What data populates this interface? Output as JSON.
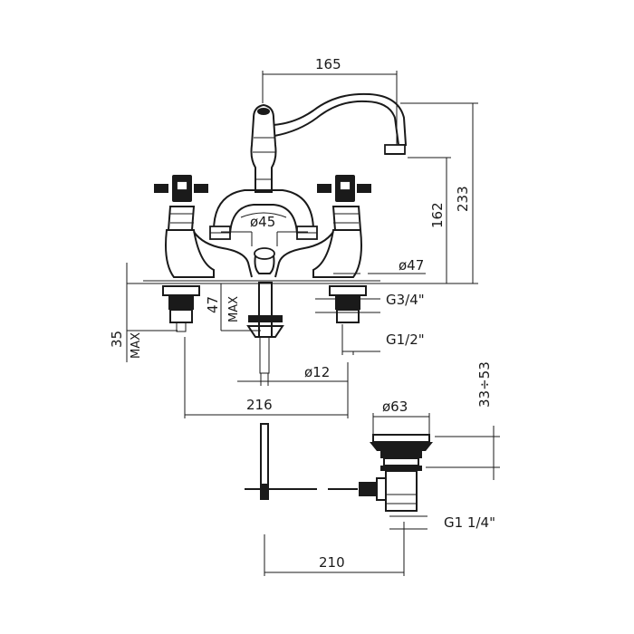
{
  "dimensions": {
    "spout_reach": "165",
    "total_height": "233",
    "spout_height": "162",
    "base_diameter": "ø47",
    "center_diameter": "ø45",
    "deck_max_center": "47",
    "deck_max_center_unit": "MAX",
    "deck_max_side": "35",
    "deck_max_side_unit": "MAX",
    "thread_top": "G3/4\"",
    "thread_bottom": "G1/2\"",
    "rod_diameter": "ø12",
    "center_spacing": "216",
    "waste_diameter": "ø63",
    "waste_range": "33÷53",
    "waste_thread": "G1  1/4\"",
    "waste_reach": "210"
  },
  "colors": {
    "line": "#1a1a1a",
    "background": "#ffffff"
  }
}
